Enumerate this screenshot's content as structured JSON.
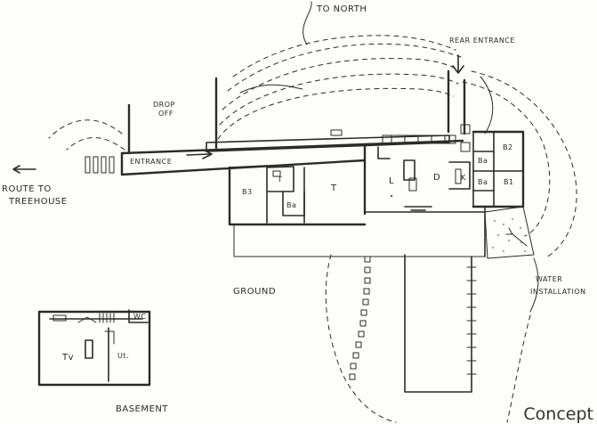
{
  "labels": {
    "to_north": "TO NORTH",
    "rear_entrance": "REAR ENTRANCE",
    "drop_off_line1": "DROP",
    "drop_off_line2": "OFF",
    "entrance": "ENTRANCE",
    "route_line1": "ROUTE TO",
    "route_line2": "TREEHOUSE",
    "room_b3": "B3",
    "room_t_small": "T",
    "room_ba_left": "Ba",
    "room_t_main": "T",
    "room_l": "L",
    "room_d": "D",
    "room_k": "K",
    "room_b2": "B2",
    "room_ba_right_top": "Ba",
    "room_ba_right_bottom": "Ba",
    "room_b1": "B1",
    "ground": "GROUND",
    "water_line1": "WATER",
    "water_line2": "INSTALLATION",
    "basement_tv": "Tv",
    "basement_ut": "Ut.",
    "basement_wc": "WC",
    "basement_title": "BASEMENT"
  },
  "caption": "Concept"
}
